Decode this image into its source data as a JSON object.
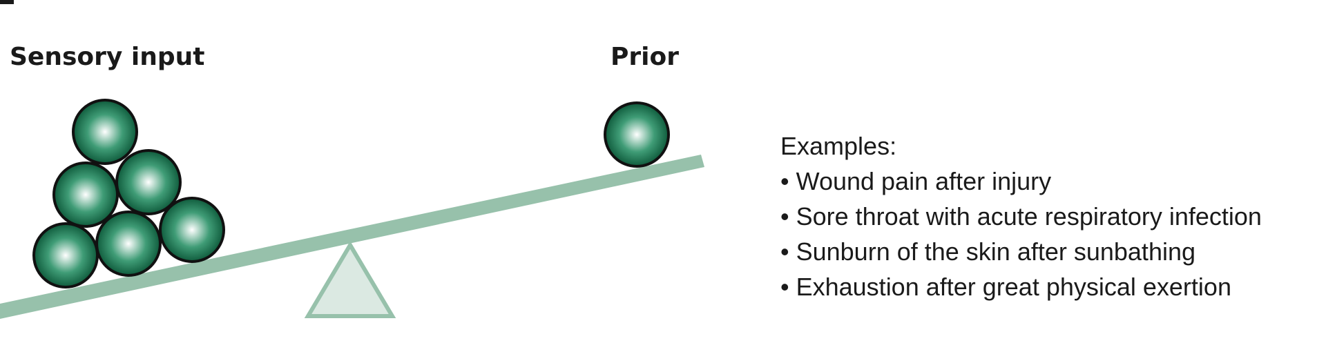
{
  "diagram": {
    "labels": {
      "left": "Sensory input",
      "right": "Prior"
    },
    "sensory_balls": 6,
    "prior_balls": 1,
    "colors": {
      "plank": "#97c1ab",
      "fulcrum_stroke": "#97c1ab",
      "fulcrum_fill": "#dbe9e2",
      "ball_dark": "#0f5b3c",
      "ball_mid": "#3f9c76",
      "ball_light": "#ffffff",
      "ball_outline": "#111111"
    }
  },
  "examples": {
    "heading": "Examples:",
    "items": [
      "Wound pain after injury",
      "Sore throat with acute respiratory infection",
      "Sunburn of the skin after sunbathing",
      "Exhaustion after great physical exertion"
    ]
  }
}
